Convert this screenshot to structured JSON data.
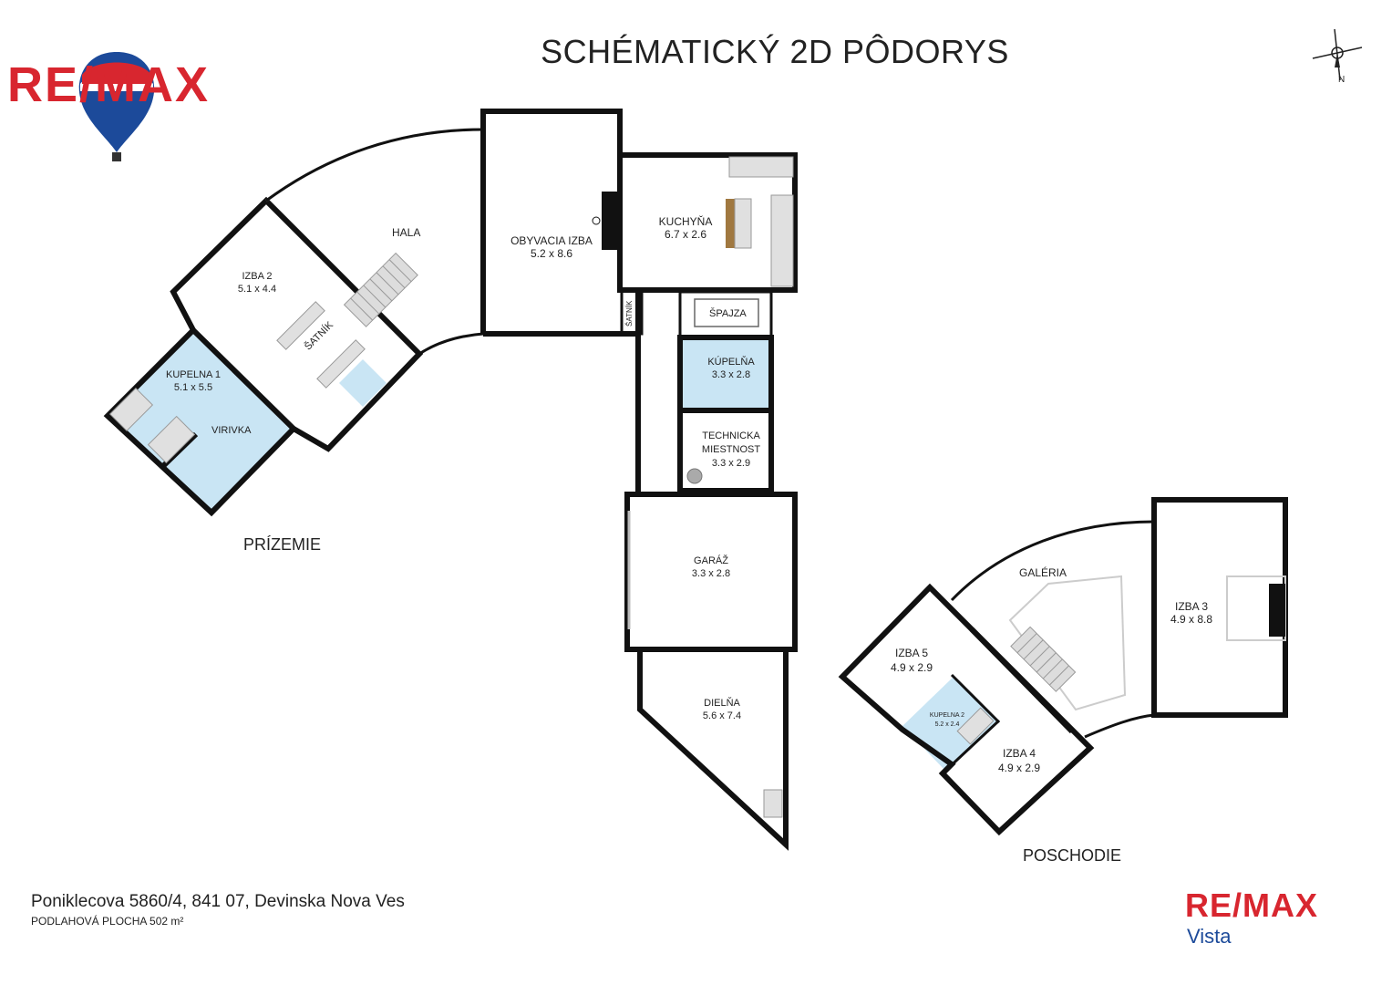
{
  "header": {
    "title": "SCHÉMATICKÝ 2D PÔDORYS",
    "compass_label": "N"
  },
  "brand": {
    "logo_top": "RE/MAX",
    "logo_bottom": "RE/MAX",
    "logo_bottom_sub": "Vista",
    "brand_red": "#d8262f",
    "brand_blue": "#1c4a9a"
  },
  "footer": {
    "address": "Poniklecova 5860/4, 841 07, Devinska Nova Ves",
    "floor_area": "PODLAHOVÁ PLOCHA 502 m²"
  },
  "floors": {
    "ground": "PRÍZEMIE",
    "upper": "POSCHODIE"
  },
  "rooms": {
    "hala": {
      "name": "HALA"
    },
    "obyvacia": {
      "name": "OBYVACIA IZBA",
      "dim": "5.2 x 8.6"
    },
    "kuchyna": {
      "name": "KUCHYŇA",
      "dim": "6.7 x 2.6"
    },
    "izba2": {
      "name": "IZBA 2",
      "dim": "5.1 x 4.4"
    },
    "satnik": {
      "name": "ŠATNÍK"
    },
    "satnik_small": {
      "name": "ŠATNÍK"
    },
    "spajza": {
      "name": "ŠPAJZA"
    },
    "kupelna_main": {
      "name": "KÚPELŇA",
      "dim": "3.3 x 2.8"
    },
    "kupelna1": {
      "name": "KUPELNA 1",
      "dim": "5.1 x 5.5"
    },
    "virivka": {
      "name": "VIRIVKA"
    },
    "technicka": {
      "name1": "TECHNICKA",
      "name2": "MIESTNOST",
      "dim": "3.3 x 2.9"
    },
    "garaz": {
      "name": "GARÁŽ",
      "dim": "3.3 x 2.8"
    },
    "dielna": {
      "name": "DIELŇA",
      "dim": "5.6 x 7.4"
    },
    "galeria": {
      "name": "GALÉRIA"
    },
    "izba3": {
      "name": "IZBA 3",
      "dim": "4.9 x 8.8"
    },
    "izba5": {
      "name": "IZBA 5",
      "dim": "4.9 x 2.9"
    },
    "kupelna2": {
      "name": "KUPELNA 2",
      "dim": "5.2 x 2.4"
    },
    "izba4": {
      "name": "IZBA 4",
      "dim": "4.9 x 2.9"
    }
  }
}
